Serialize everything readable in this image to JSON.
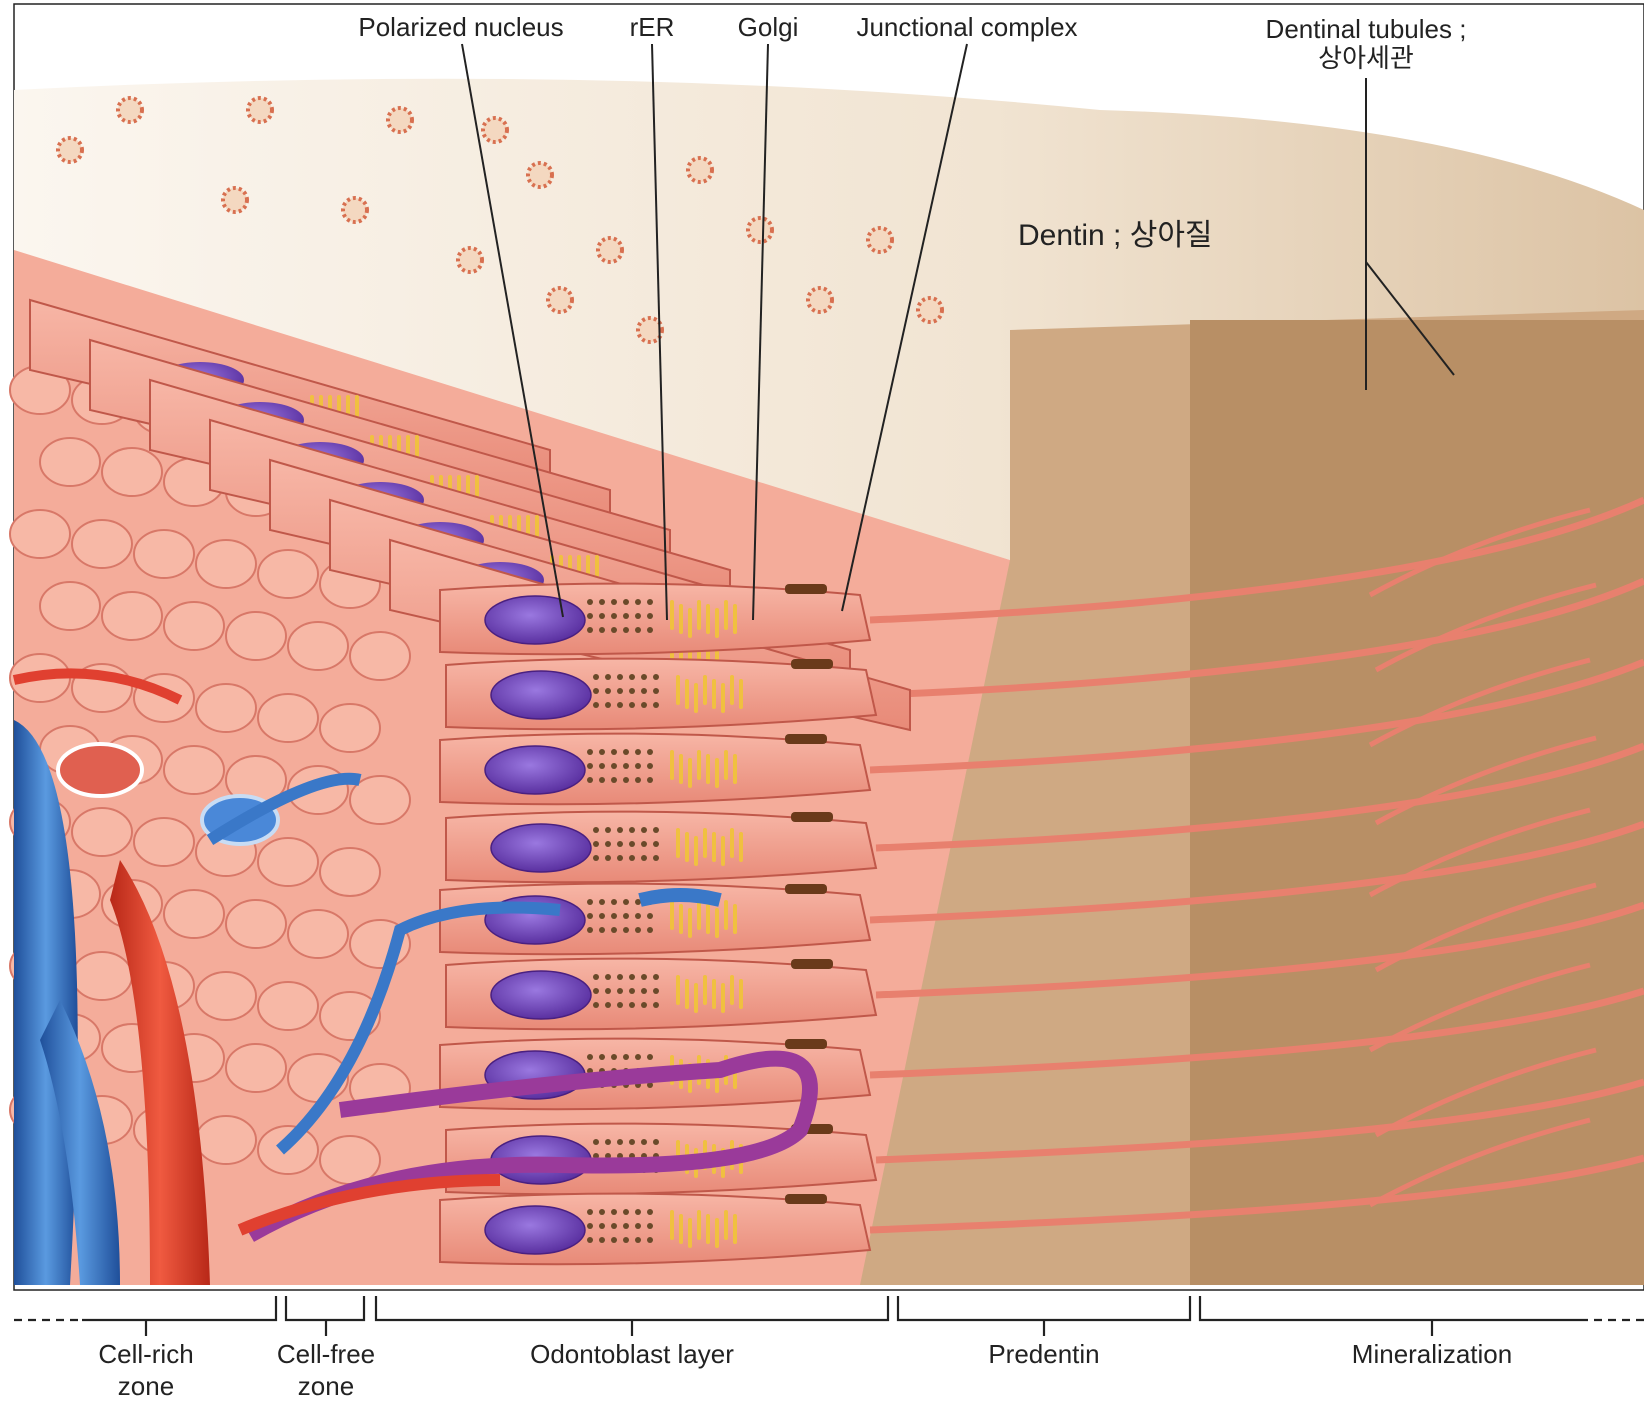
{
  "labels": {
    "polarized_nucleus": "Polarized nucleus",
    "rer": "rER",
    "golgi": "Golgi",
    "junctional_complex": "Junctional complex",
    "dentinal_tubules_en": "Dentinal tubules ;",
    "dentinal_tubules_ko": "상아세관",
    "dentin": "Dentin ; 상아질"
  },
  "zones": {
    "cell_rich_1": "Cell-rich",
    "cell_rich_2": "zone",
    "cell_free_1": "Cell-free",
    "cell_free_2": "zone",
    "odontoblast_layer": "Odontoblast layer",
    "predentin": "Predentin",
    "mineralization": "Mineralization"
  },
  "colors": {
    "dentin": "#f3e9dc",
    "predentin": "#c9a27a",
    "mineralized": "#b88f65",
    "cell": "#f0a090",
    "cell_outline": "#c0584a",
    "nucleus": "#7a4cc0",
    "golgi": "#f0c040",
    "rer": "#6a4a2a",
    "artery": "#d83828",
    "vein": "#3a78c8"
  }
}
